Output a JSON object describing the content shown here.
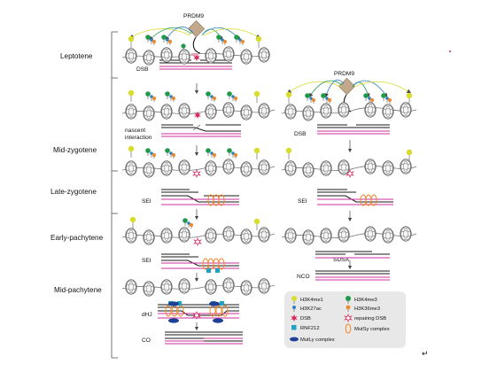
{
  "stages": [
    "Leptotene",
    "Mid-zygotene",
    "Late-zygotene",
    "Early-pachytene",
    "Mid-pachytene"
  ],
  "enzyme": "PRDM9",
  "labels": {
    "dsb": "DSB",
    "nascent": "nascent",
    "interaction": "interaction",
    "sei": "SEI",
    "sdsa": "SDSA",
    "nco": "NCO",
    "dhj": "dHJ",
    "co": "CO"
  },
  "legend": [
    {
      "name": "H3K4me1",
      "icon": "lollipop-yellow"
    },
    {
      "name": "H3K4me3",
      "icon": "lollipop-green"
    },
    {
      "name": "H3K27ac",
      "icon": "lollipop-blue"
    },
    {
      "name": "H3K36me3",
      "icon": "lollipop-orange"
    },
    {
      "name": "DSB",
      "icon": "dsb-burst"
    },
    {
      "name": "repairing DSB",
      "icon": "repairing-dsb-burst"
    },
    {
      "name": "RNF212",
      "icon": "rnf212-square"
    },
    {
      "name": "MutSy complex",
      "icon": "mutsy-ring"
    },
    {
      "name": "MutLy complex",
      "icon": "mutly-ellipse"
    }
  ],
  "colors": {
    "magenta": "#cc2f9c",
    "black": "#1a1a1a",
    "yellow": "#d8dc2a",
    "green": "#1f9a4a",
    "blue": "#2f7fc1",
    "orange": "#ee8a2d",
    "dsb": "#d8245a",
    "rnf212": "#1fa3c4",
    "mutly": "#1d3f96",
    "prdm9": "#c3a98c",
    "legend_bg": "#e8e8e8"
  }
}
